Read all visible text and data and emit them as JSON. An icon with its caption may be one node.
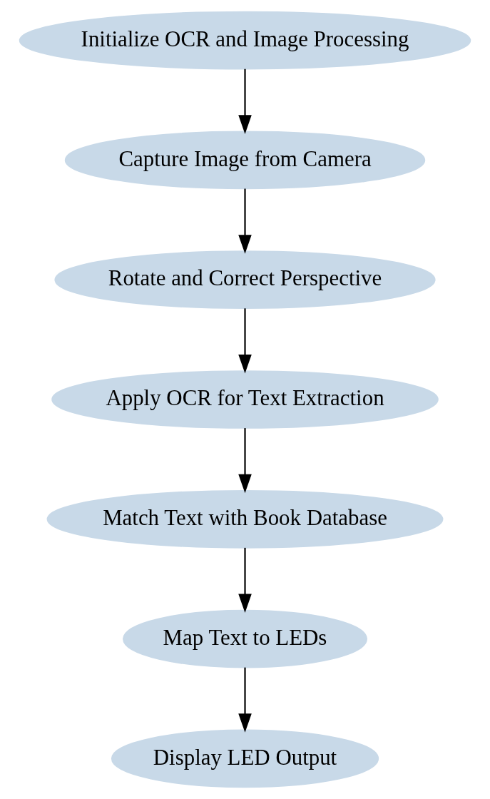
{
  "diagram": {
    "nodes": [
      {
        "text": [
          "Initialize OCR and Image Processing"
        ]
      },
      {
        "text": [
          "Capture Image from Camera"
        ]
      },
      {
        "text": [
          "Rotate and Correct Perspective"
        ]
      },
      {
        "text": [
          "Apply OCR for Text Extraction"
        ]
      },
      {
        "text": [
          "Match Text with Book Database"
        ]
      },
      {
        "text": [
          "Map Text to LEDs"
        ]
      },
      {
        "text": [
          "Display LED Output"
        ]
      }
    ],
    "edges": [
      {
        "from": 0,
        "to": 1,
        "arrow": "to"
      },
      {
        "from": 1,
        "to": 2,
        "arrow": "to"
      },
      {
        "from": 2,
        "to": 3,
        "arrow": "to"
      },
      {
        "from": 3,
        "to": 4,
        "arrow": "to"
      },
      {
        "from": 4,
        "to": 5,
        "arrow": "to"
      },
      {
        "from": 5,
        "to": 6,
        "arrow": "to"
      }
    ]
  }
}
